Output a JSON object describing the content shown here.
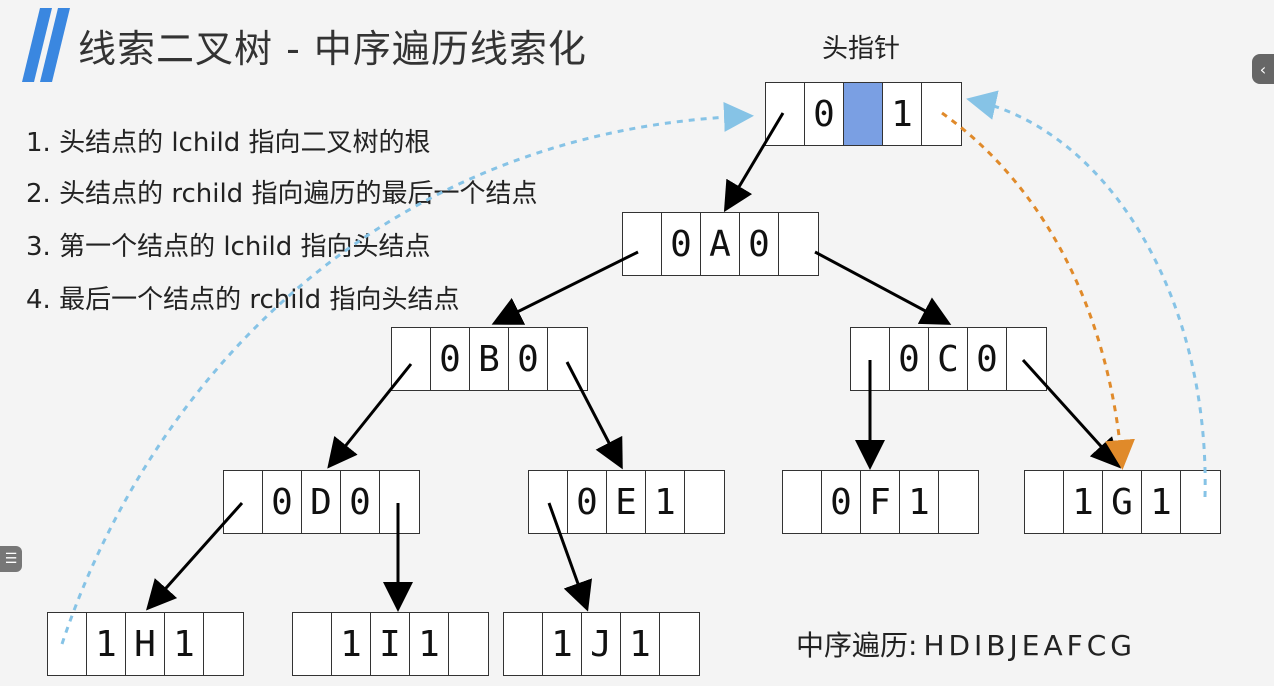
{
  "title": "线索二叉树 - 中序遍历线索化",
  "rules": [
    "1. 头结点的 lchild 指向二叉树的根",
    "2. 头结点的 rchild 指向遍历的最后一个结点",
    "3. 第一个结点的 lchild 指向头结点",
    "4. 最后一个结点的 rchild 指向头结点"
  ],
  "head_label": "头指针",
  "head_node": [
    "",
    "0",
    "",
    "1",
    ""
  ],
  "nodes": {
    "A": [
      "",
      "0",
      "A",
      "0",
      ""
    ],
    "B": [
      "",
      "0",
      "B",
      "0",
      ""
    ],
    "C": [
      "",
      "0",
      "C",
      "0",
      ""
    ],
    "D": [
      "",
      "0",
      "D",
      "0",
      ""
    ],
    "E": [
      "",
      "0",
      "E",
      "1",
      ""
    ],
    "F": [
      "",
      "0",
      "F",
      "1",
      ""
    ],
    "G": [
      "",
      "1",
      "G",
      "1",
      ""
    ],
    "H": [
      "",
      "1",
      "H",
      "1",
      ""
    ],
    "I": [
      "",
      "1",
      "I",
      "1",
      ""
    ],
    "J": [
      "",
      "1",
      "J",
      "1",
      ""
    ]
  },
  "traversal_label": "中序遍历:",
  "traversal_sequence": "HDIBJEAFCG",
  "colors": {
    "accent_blue": "#3a87e0",
    "thread_blue": "#86c3e6",
    "thread_orange": "#e08a2a",
    "head_fill": "#7a9fe3"
  },
  "icons": [
    "collapse-chevron-icon",
    "list-icon"
  ]
}
